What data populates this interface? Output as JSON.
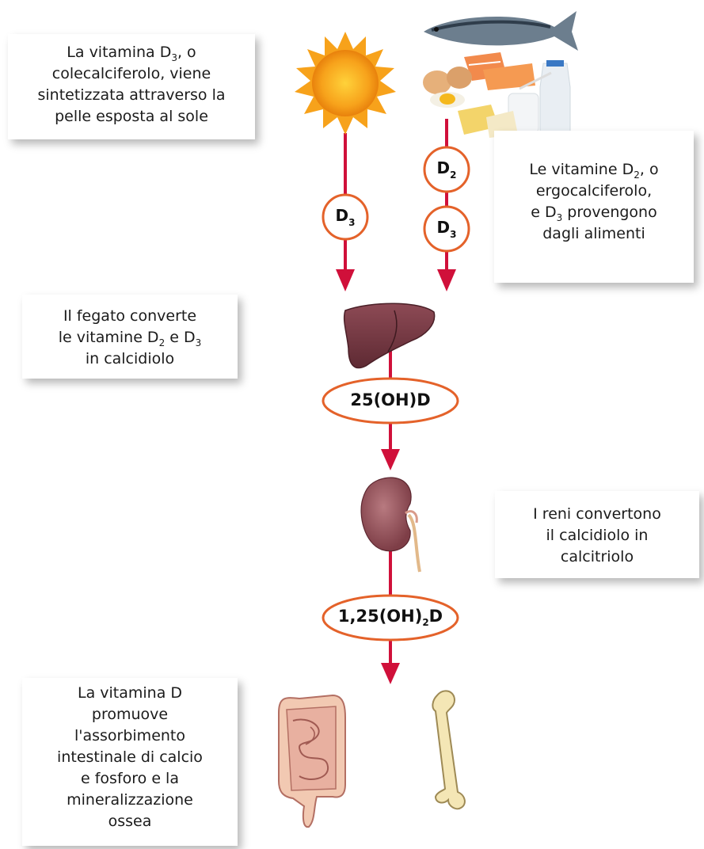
{
  "boxes": {
    "sun_box": {
      "l1": "La vitamina D",
      "l1_sub": "3",
      "l1_tail": ", o",
      "l2": "colecalciferolo, viene",
      "l3": "sintetizzata attraverso la",
      "l4": "pelle esposta al sole"
    },
    "food_box": {
      "l1": "Le vitamine D",
      "l1_sub": "2",
      "l1_tail": ", o",
      "l2": "ergocalciferolo,",
      "l3_pre": "e D",
      "l3_sub": "3",
      "l3_tail": " provengono",
      "l4": "dagli alimenti"
    },
    "liver_box": {
      "l1": "Il fegato converte",
      "l2_pre": "le vitamine D",
      "l2_sub": "2",
      "l2_mid": " e D",
      "l2_sub2": "3",
      "l3": "in calcidiolo"
    },
    "kidney_box": {
      "l1": "I reni convertono",
      "l2": "il calcidiolo in",
      "l3": "calcitriolo"
    },
    "effect_box": {
      "l1": "La vitamina D",
      "l2": "promuove",
      "l3": "l'assorbimento",
      "l4": "intestinale di calcio",
      "l5": "e fosforo e la",
      "l6": "mineralizzazione",
      "l7": "ossea"
    }
  },
  "nodes": {
    "d3_sun": {
      "letter": "D",
      "sub": "3"
    },
    "d2_food": {
      "letter": "D",
      "sub": "2"
    },
    "d3_food": {
      "letter": "D",
      "sub": "3"
    },
    "calcidiol": "25(OH)D",
    "calcitriol": {
      "pre": "1,25(OH)",
      "sub": "2",
      "post": "D"
    }
  },
  "colors": {
    "arrow": "#d0103a",
    "node_border": "#e4622a",
    "sun": "#f7a21b",
    "liver": "#7a3f48",
    "kidney": "#9a5860",
    "bone": "#f4e6b5"
  },
  "icons": [
    "sun-icon",
    "food-icon",
    "liver-icon",
    "kidney-icon",
    "intestine-icon",
    "bone-icon"
  ]
}
